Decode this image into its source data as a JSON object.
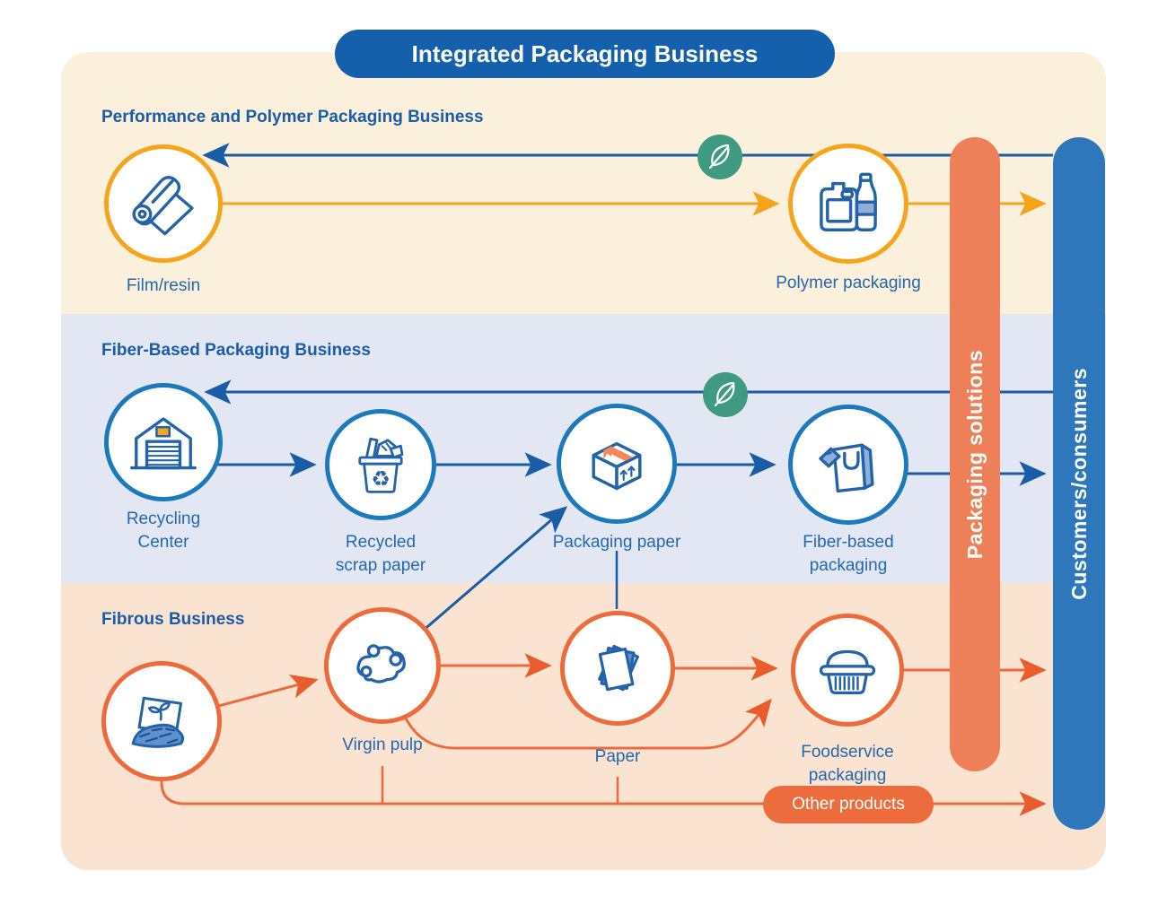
{
  "title": "Integrated Packaging Business",
  "sections": {
    "performance": {
      "heading": "Performance and Polymer Packaging Business"
    },
    "fiber": {
      "heading": "Fiber-Based Packaging Business"
    },
    "fibrous": {
      "heading": "Fibrous Business"
    }
  },
  "nodes": {
    "film_resin": "Film/resin",
    "polymer_packaging": "Polymer packaging",
    "recycling_center": "Recycling Center",
    "recycled_scrap_paper": "Recycled scrap paper",
    "packaging_paper": "Packaging paper",
    "fiber_based_packaging": "Fiber-based packaging",
    "virgin_pulp": "Virgin pulp",
    "paper": "Paper",
    "foodservice_packaging": "Foodservice packaging"
  },
  "bars": {
    "packaging_solutions": "Packaging solutions",
    "customers_consumers": "Customers/consumers"
  },
  "badges": {
    "other_products": "Other products"
  },
  "icons": {
    "film_roll": "film-roll-icon",
    "polymer_containers": "jug-and-bottle-icon",
    "warehouse": "warehouse-icon",
    "recycle_bin": "recycle-bin-icon",
    "recycle_glyph": "♻",
    "shipping_box": "shipping-box-icon",
    "shopping_bag": "shopping-bag-tag-icon",
    "plant_fiber": "plant-fiber-icon",
    "pulp_cloud": "pulp-cloud-icon",
    "paper_sheets": "paper-sheets-icon",
    "food_container": "food-container-icon",
    "leaf": "leaf-icon"
  },
  "colors": {
    "bg_cream": "#FBF0DB",
    "bg_lavender": "#E3E7F3",
    "bg_peach": "#FBE3D2",
    "title_pill_blue": "#1560AC",
    "heading_blue": "#1A5CA8",
    "label_blue": "#2368AE",
    "line_blue": "#1A5CA6",
    "line_yellow": "#F6A41C",
    "line_orange": "#ED6A3C",
    "arrow_orange": "#E95C2C",
    "bar_orange": "#EE8059",
    "bar_blue": "#2F77BB",
    "badge_teal": "#3F9A82",
    "other_products_pill": "#ED6C3E",
    "icon_stroke_blue": "#2463A9",
    "icon_fill_lightblue": "#8FAEDC",
    "icon_fill_mediumblue": "#5E91CE",
    "icon_accent_yellow": "#F6A81C",
    "icon_accent_salmon": "#F2875A"
  }
}
